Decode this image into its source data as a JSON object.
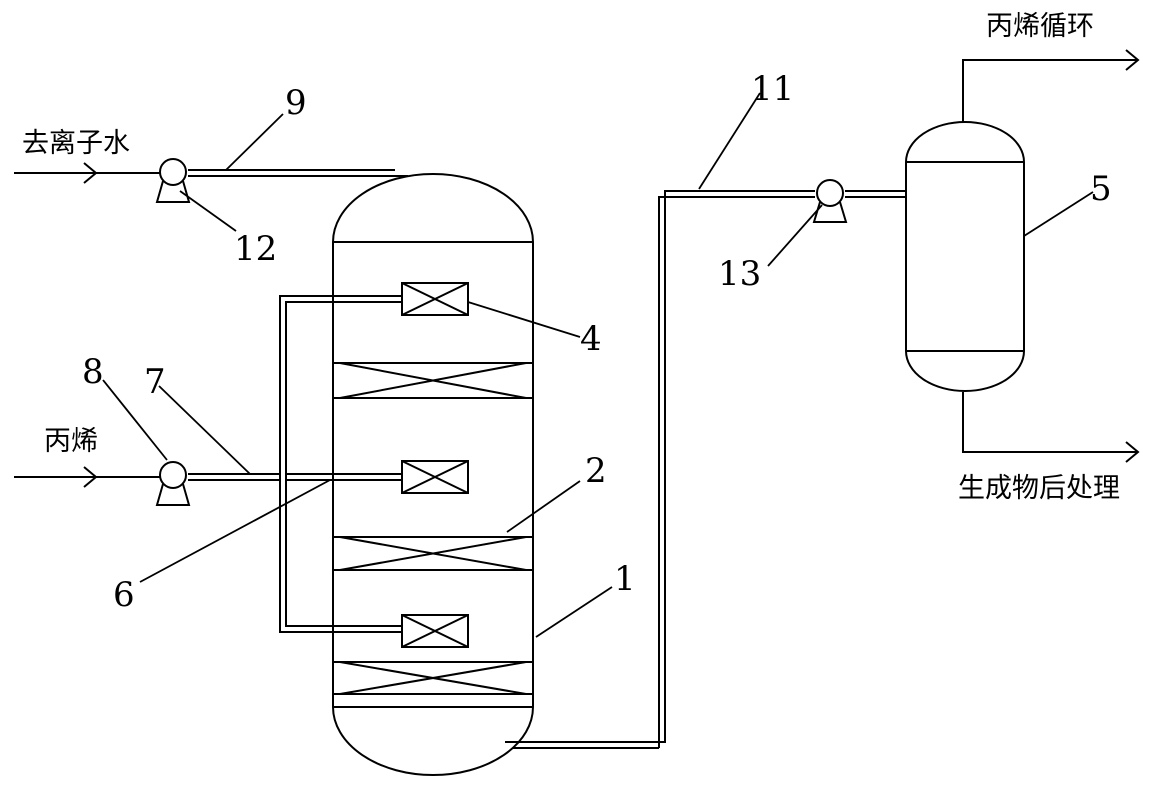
{
  "labels": {
    "deionized_water": "去离子水",
    "propylene_in": "丙烯",
    "propylene_recycle": "丙烯循环",
    "product_post_treatment": "生成物后处理"
  },
  "callouts": {
    "n1": "1",
    "n2": "2",
    "n4": "4",
    "n5": "5",
    "n6": "6",
    "n7": "7",
    "n8": "8",
    "n9": "9",
    "n11": "11",
    "n12": "12",
    "n13": "13"
  },
  "colors": {
    "line": "#000000",
    "background": "#ffffff"
  }
}
